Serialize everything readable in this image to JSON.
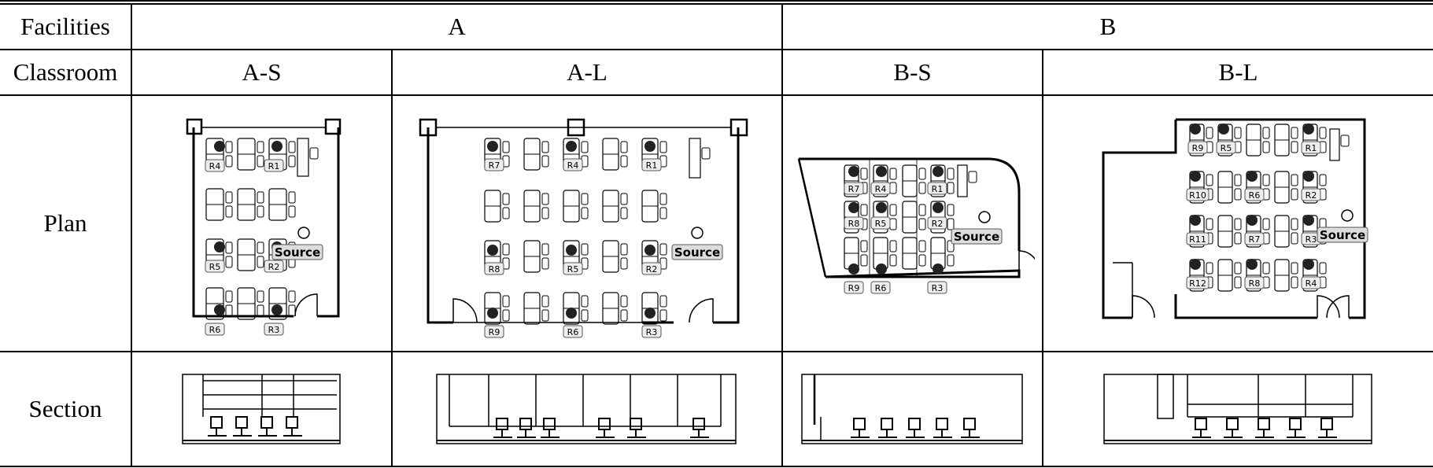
{
  "table": {
    "row_headers": {
      "facilities": "Facilities",
      "classroom": "Classroom",
      "plan": "Plan",
      "section": "Section"
    },
    "facilities": {
      "a": "A",
      "b": "B"
    },
    "classrooms": {
      "as": "A-S",
      "al": "A-L",
      "bs": "B-S",
      "bl": "B-L"
    }
  },
  "plans": {
    "source_label": "Source",
    "as": {
      "receivers": [
        "R1",
        "R2",
        "R3",
        "R4",
        "R5",
        "R6"
      ]
    },
    "al": {
      "receivers": [
        "R1",
        "R2",
        "R3",
        "R4",
        "R5",
        "R6",
        "R7",
        "R8",
        "R9"
      ]
    },
    "bs": {
      "receivers": [
        "R1",
        "R2",
        "R3",
        "R4",
        "R5",
        "R6",
        "R7",
        "R8",
        "R9"
      ]
    },
    "bl": {
      "receivers": [
        "R1",
        "R2",
        "R3",
        "R4",
        "R5",
        "R6",
        "R7",
        "R8",
        "R9",
        "R10",
        "R11",
        "R12"
      ]
    }
  }
}
